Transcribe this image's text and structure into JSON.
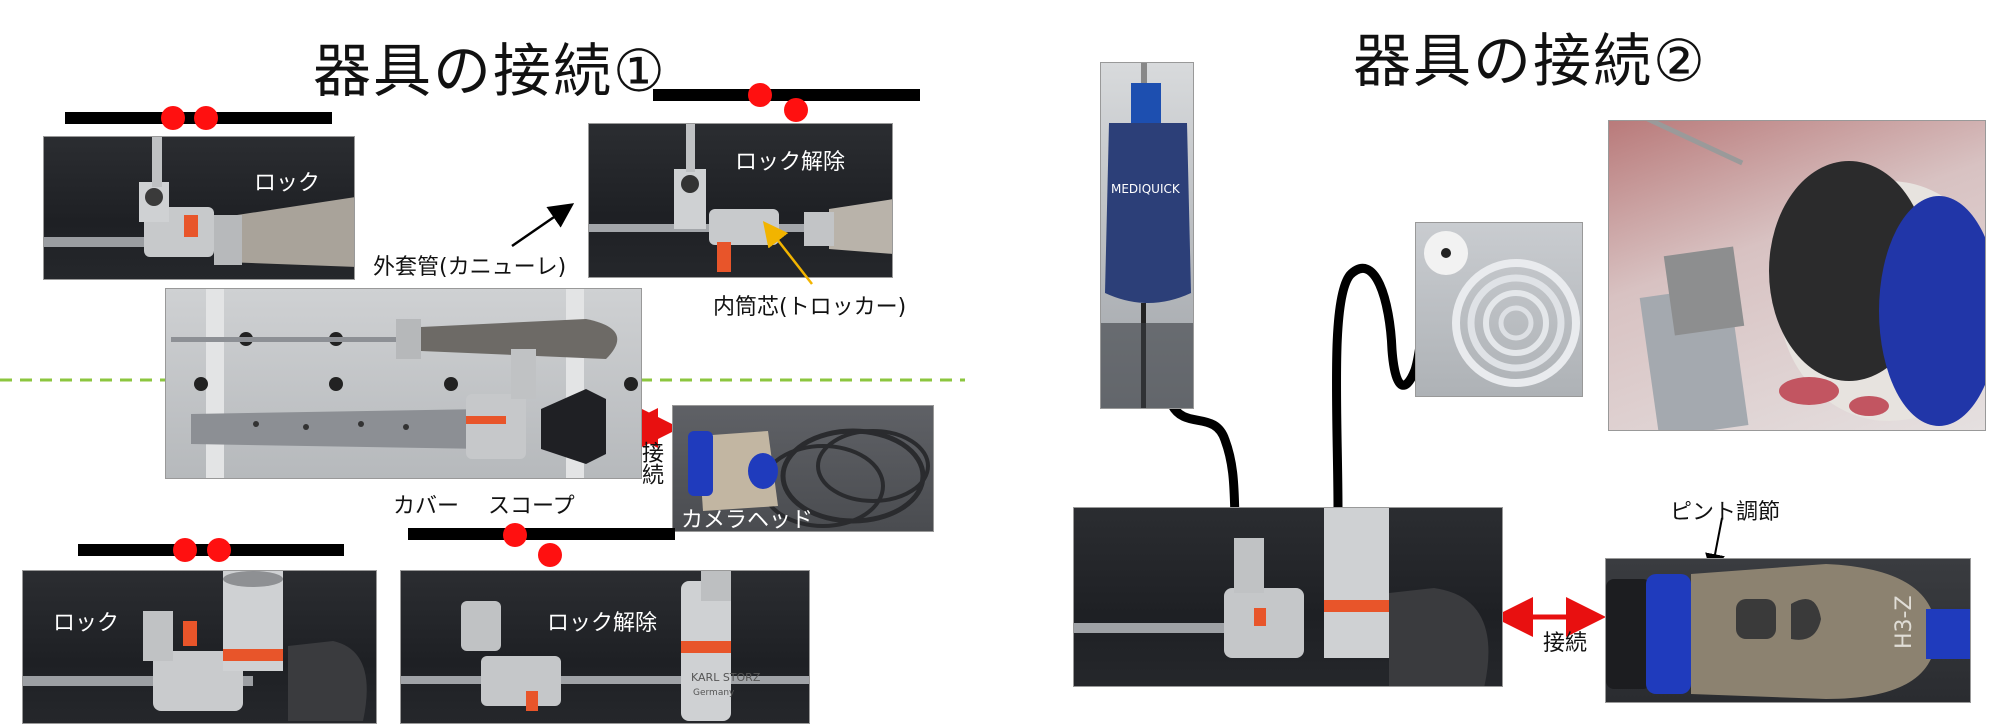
{
  "titles": {
    "left": "器具の接続①",
    "right": "器具の接続②"
  },
  "labels": {
    "lock_top": "ロック",
    "unlock_top": "ロック解除",
    "outer_sheath": "外套管(カニューレ)",
    "inner_core": "内筒芯(トロッカー)",
    "cover": "カバー",
    "scope": "スコープ",
    "connect_left": "接続",
    "camera_head": "カメラヘッド",
    "lock_bottom": "ロック",
    "unlock_bottom": "ロック解除",
    "focus_adjust": "ピント調節",
    "connect_right": "接続"
  },
  "engravings": {
    "brand_left": "KARL STORZ",
    "brand_country": "Germany",
    "camera_model": "H3-Z",
    "bag_brand": "MEDIQUICK"
  },
  "colors": {
    "red": "#ff1010",
    "arrow_red": "#e81010",
    "pointer_yellow": "#f2b400",
    "dashed_green": "#8cc63f",
    "camera_blue": "#1f3bbd"
  }
}
